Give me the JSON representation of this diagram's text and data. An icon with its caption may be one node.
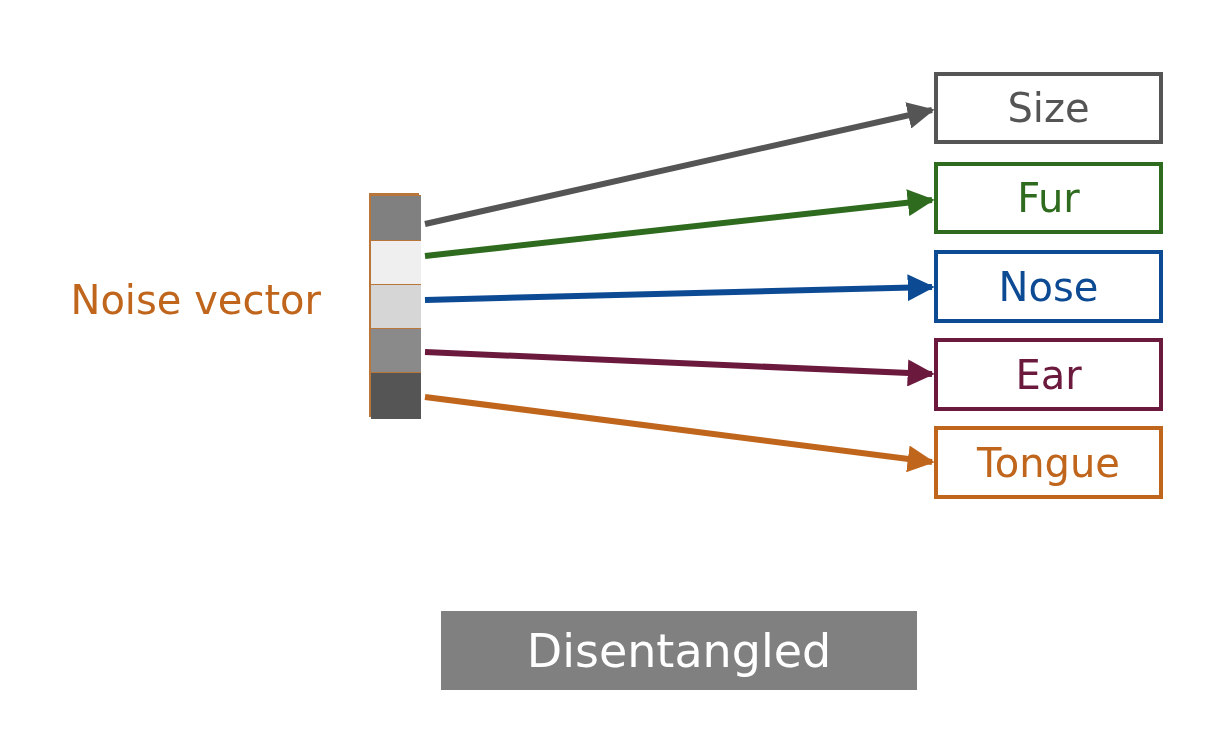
{
  "diagram": {
    "nodes": [
      {
        "text": [],
        "shape": "bar",
        "beside": [
          "Noise vector"
        ]
      },
      {
        "text": [],
        "shape": "box",
        "in": 0
      },
      {
        "text": [],
        "shape": "box",
        "in": 0
      },
      {
        "text": [],
        "shape": "box",
        "in": 0
      },
      {
        "text": [],
        "shape": "box",
        "in": 0
      },
      {
        "text": [],
        "shape": "box",
        "in": 0
      },
      {
        "text": [
          "Size"
        ]
      },
      {
        "text": [
          "Fur"
        ]
      },
      {
        "text": [
          "Nose"
        ]
      },
      {
        "text": [
          "Ear"
        ]
      },
      {
        "text": [
          "Tongue"
        ]
      },
      {
        "text": [
          "Disentangled"
        ]
      }
    ],
    "edges": [
      {
        "from": 1,
        "to": 6,
        "arrow": "to",
        "color": "#555555"
      },
      {
        "from": 2,
        "to": 7,
        "arrow": "to",
        "color": "#2e6b1e"
      },
      {
        "from": 3,
        "to": 8,
        "arrow": "to",
        "color": "#0d4a94"
      },
      {
        "from": 4,
        "to": 9,
        "arrow": "to",
        "color": "#6b1a3e"
      },
      {
        "from": 5,
        "to": 10,
        "arrow": "to",
        "color": "#c0651c"
      }
    ]
  }
}
